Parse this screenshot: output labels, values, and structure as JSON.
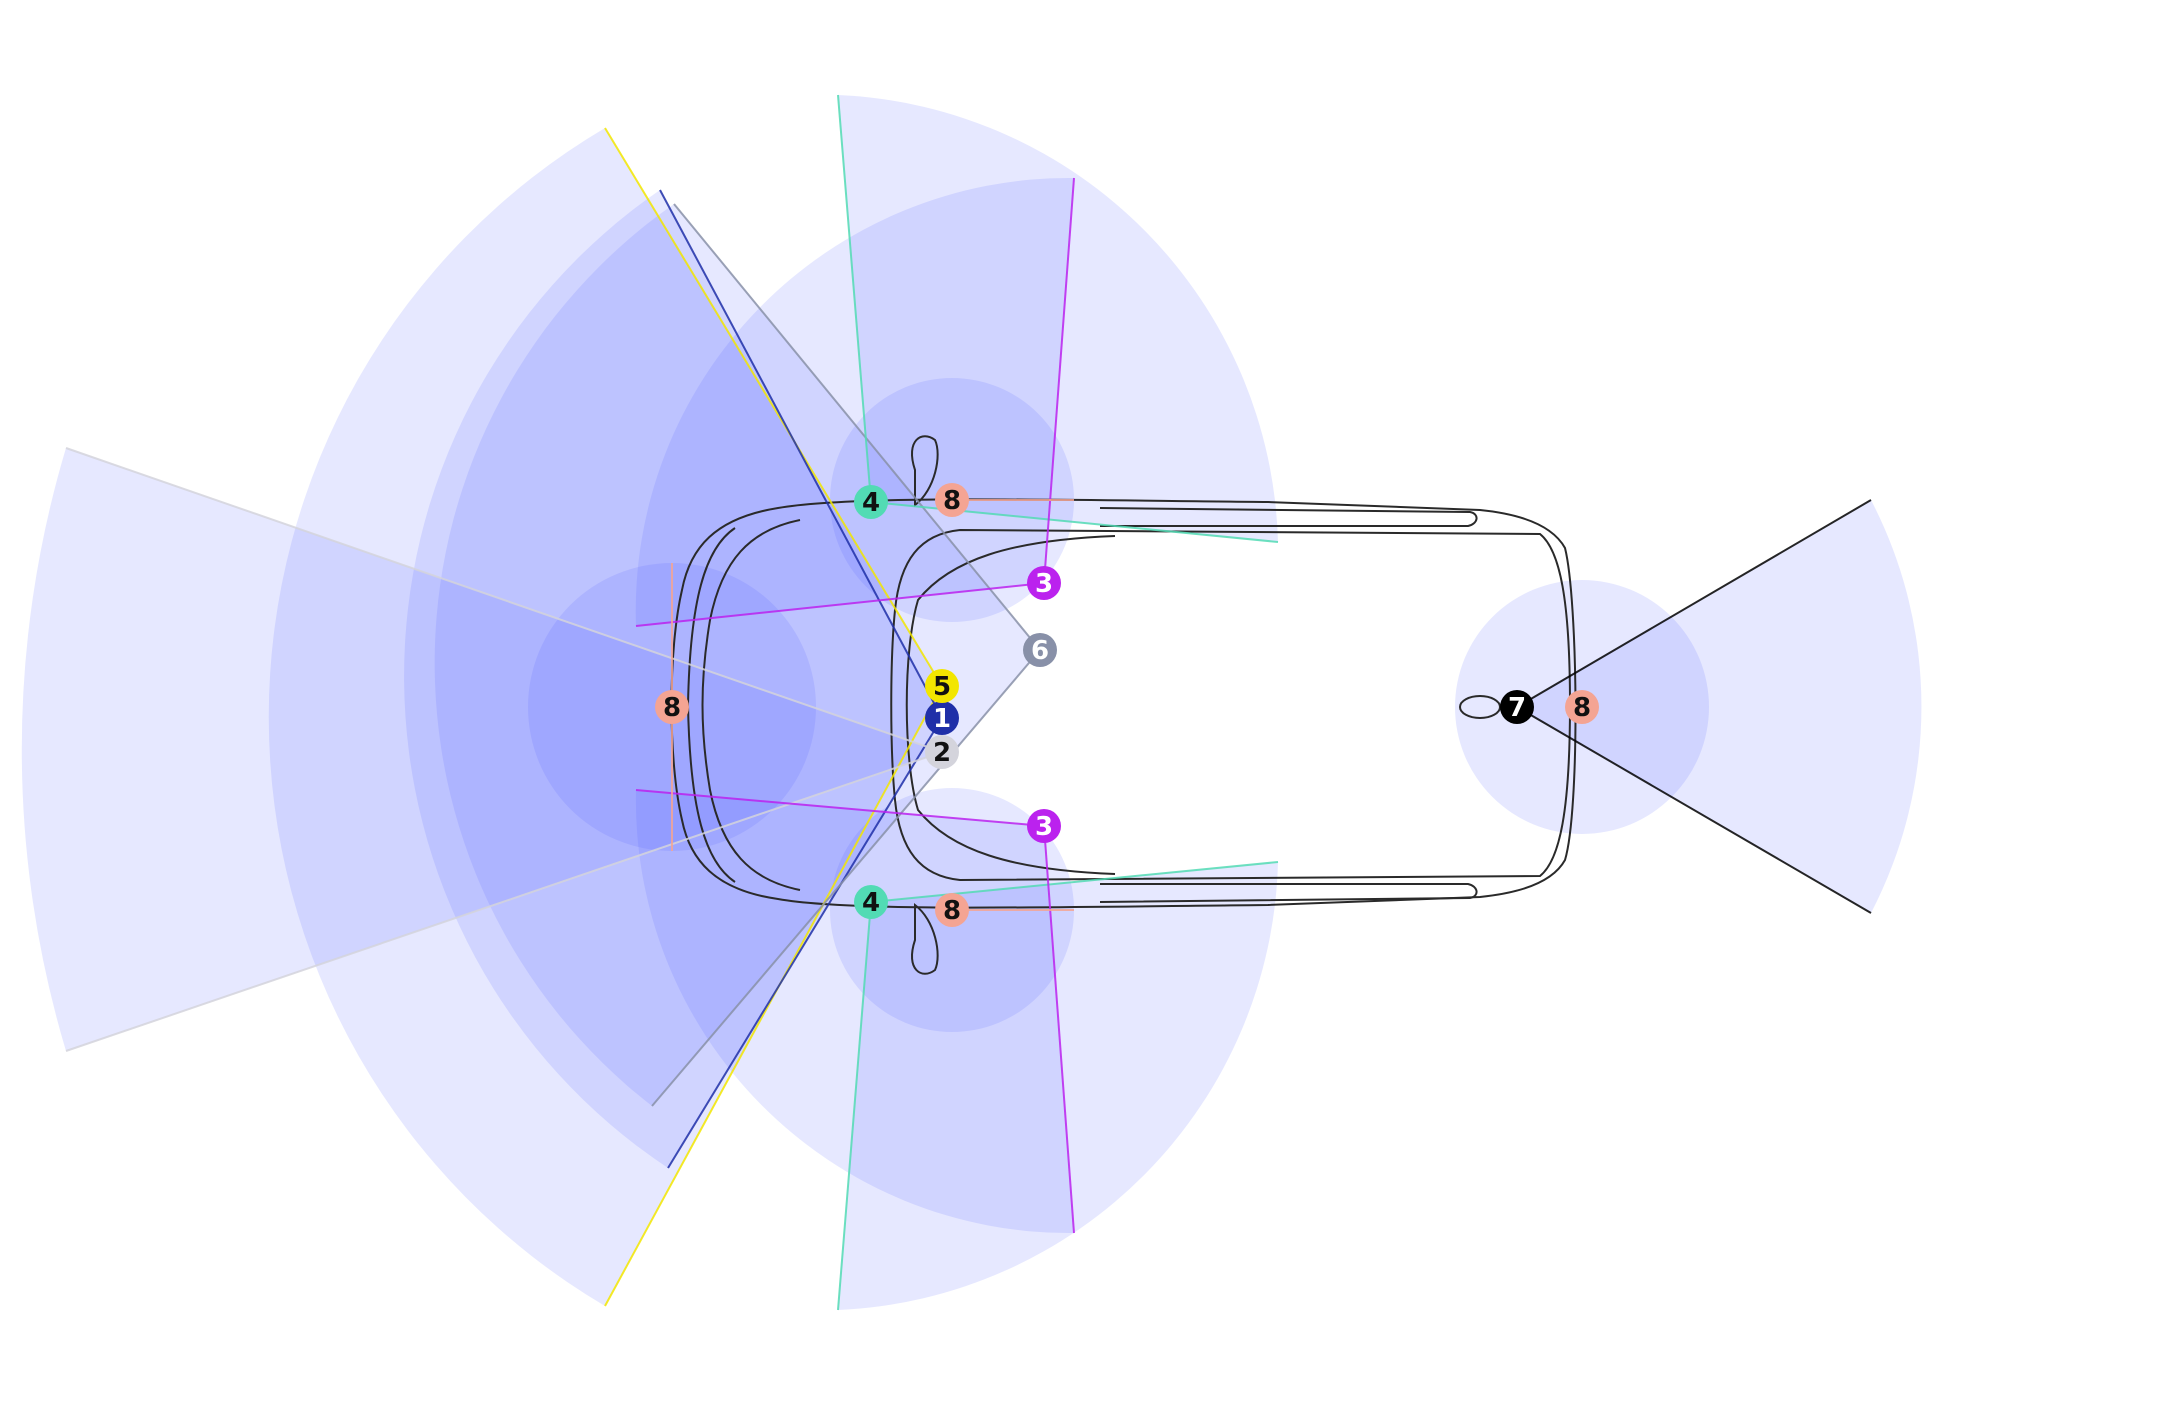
{
  "colors": {
    "background": "#ffffff",
    "coverage_fill": "#4d5cff",
    "car_outline": "#2a2a2a",
    "sensor_1": "#1f2fa8",
    "sensor_2": "#d4d4dc",
    "sensor_3": "#bb22ee",
    "sensor_4": "#52dbb4",
    "sensor_5": "#f2e600",
    "sensor_6": "#8890a8",
    "sensor_7": "#000000",
    "sensor_8": "#f4a493"
  },
  "sensors": [
    {
      "id": "1",
      "label": "1",
      "color_key": "sensor_1",
      "text_color": "#ffffff"
    },
    {
      "id": "2",
      "label": "2",
      "color_key": "sensor_2",
      "text_color": "#111111"
    },
    {
      "id": "3a",
      "label": "3",
      "color_key": "sensor_3",
      "text_color": "#ffffff"
    },
    {
      "id": "3b",
      "label": "3",
      "color_key": "sensor_3",
      "text_color": "#ffffff"
    },
    {
      "id": "4a",
      "label": "4",
      "color_key": "sensor_4",
      "text_color": "#111111"
    },
    {
      "id": "4b",
      "label": "4",
      "color_key": "sensor_4",
      "text_color": "#111111"
    },
    {
      "id": "5",
      "label": "5",
      "color_key": "sensor_5",
      "text_color": "#111111"
    },
    {
      "id": "6",
      "label": "6",
      "color_key": "sensor_6",
      "text_color": "#ffffff"
    },
    {
      "id": "7",
      "label": "7",
      "color_key": "sensor_7",
      "text_color": "#ffffff"
    },
    {
      "id": "8a",
      "label": "8",
      "color_key": "sensor_8",
      "text_color": "#111111"
    },
    {
      "id": "8b",
      "label": "8",
      "color_key": "sensor_8",
      "text_color": "#111111"
    },
    {
      "id": "8c",
      "label": "8",
      "color_key": "sensor_8",
      "text_color": "#111111"
    },
    {
      "id": "8d",
      "label": "8",
      "color_key": "sensor_8",
      "text_color": "#111111"
    }
  ]
}
